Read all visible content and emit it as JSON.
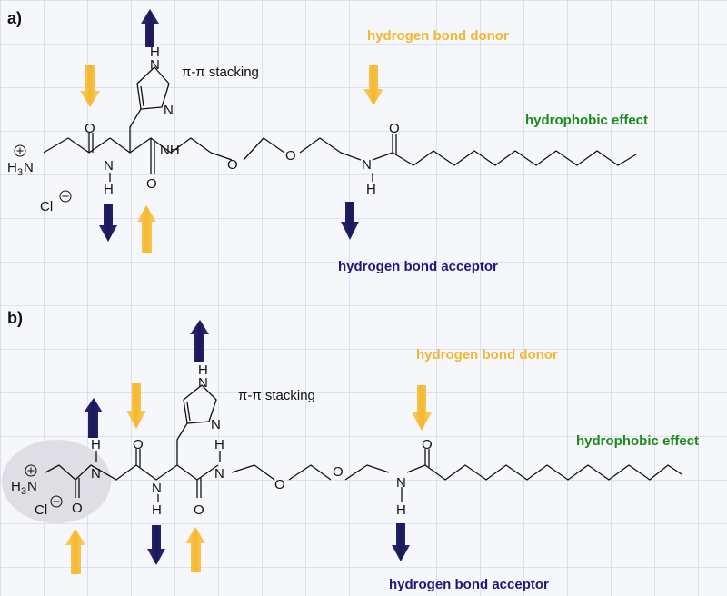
{
  "panels": [
    {
      "label": "a)",
      "pi_stacking": "π-π stacking",
      "donor": "hydrogen bond donor",
      "acceptor": "hydrogen bond acceptor",
      "hydrophobic": "hydrophobic effect",
      "counter_ion": "Cl"
    },
    {
      "label": "b)",
      "pi_stacking": "π-π stacking",
      "donor": "hydrogen bond donor",
      "acceptor": "hydrogen bond acceptor",
      "hydrophobic": "hydrophobic effect",
      "counter_ion": "Cl"
    }
  ],
  "atoms": {
    "nitrogen": "N",
    "oxygen": "O",
    "hydrogen": "H",
    "amine_h3": "H",
    "amine_sub": "3",
    "nh": "NH"
  },
  "colors": {
    "donor": "#f2b631",
    "acceptor": "#1c1978",
    "hydrophobic": "#1a8a1a",
    "arrow_navy": "#22205e",
    "arrow_gold": "#f5c043",
    "highlight": "#dedee4"
  }
}
